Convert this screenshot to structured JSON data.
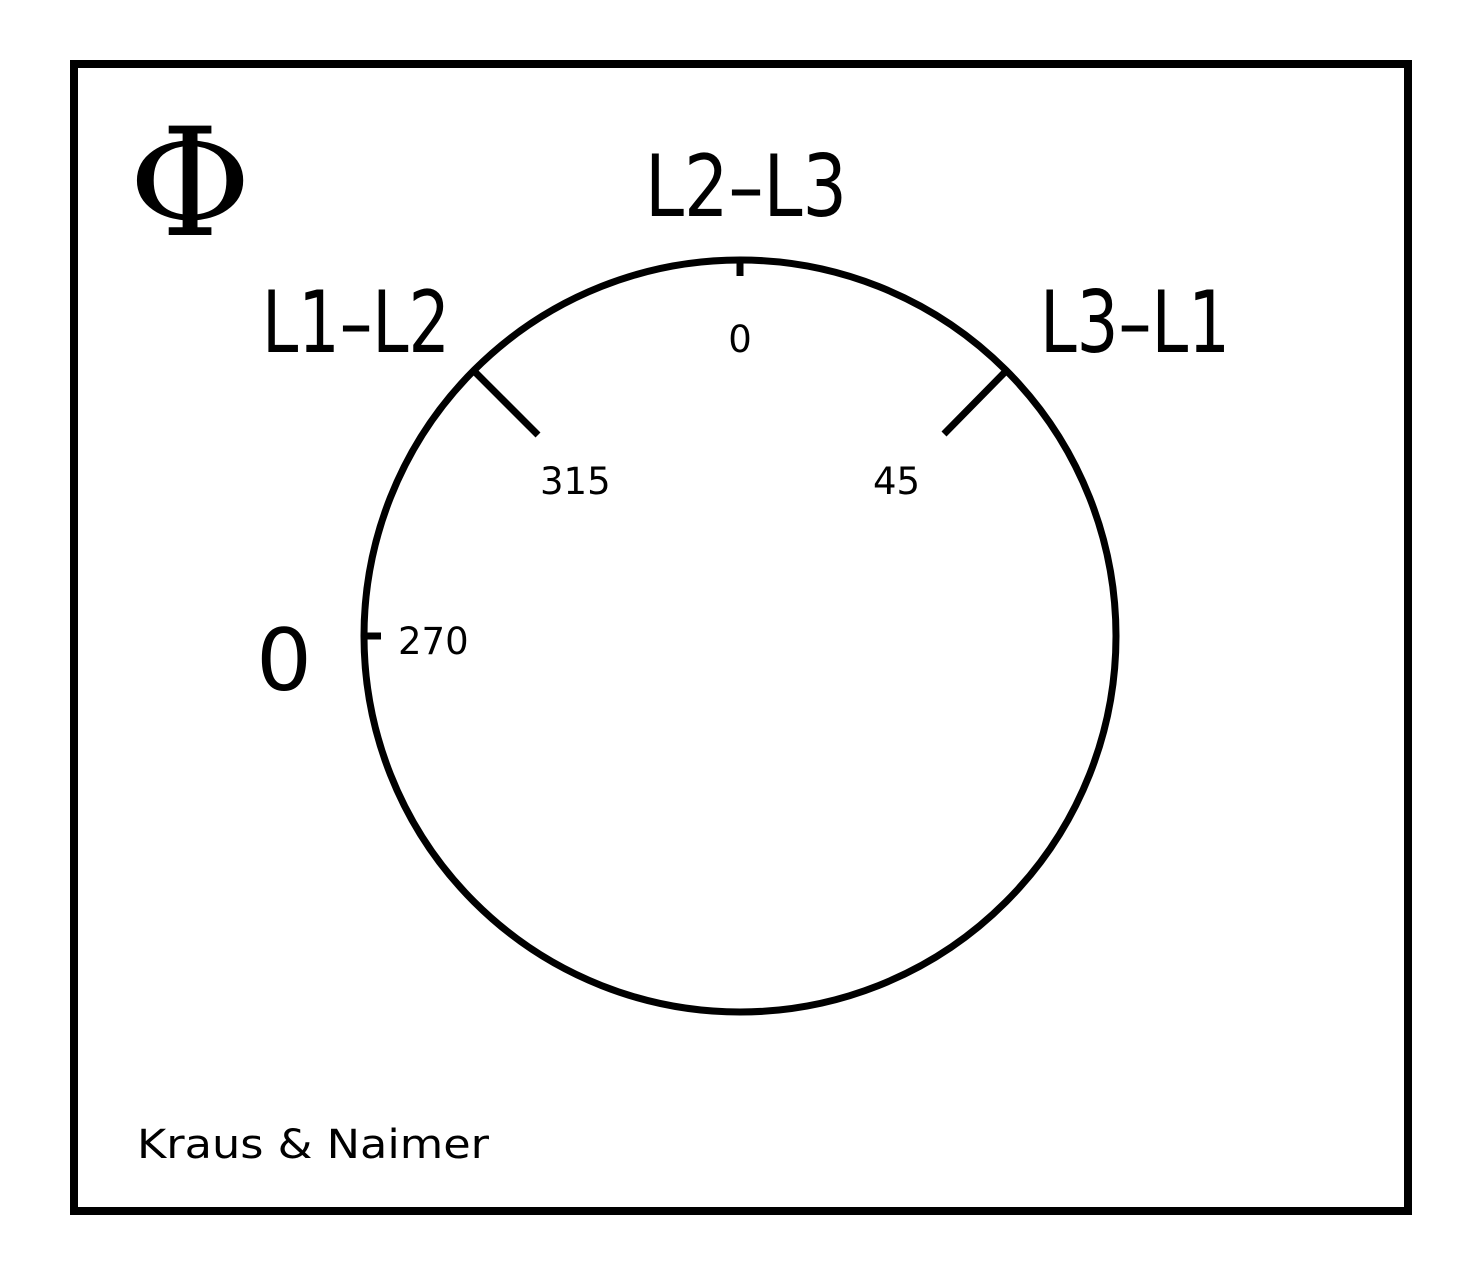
{
  "diagram": {
    "type": "rotary-switch-faceplate",
    "symbol": "Φ",
    "brand": "Kraus & Naimer",
    "colors": {
      "background": "#ffffff",
      "ink": "#000000"
    },
    "positions": [
      {
        "label": "L1–L2",
        "angle": "315"
      },
      {
        "label": "L2–L3",
        "angle": "0"
      },
      {
        "label": "L3–L1",
        "angle": "45"
      },
      {
        "label": "0",
        "angle": "270"
      }
    ]
  }
}
